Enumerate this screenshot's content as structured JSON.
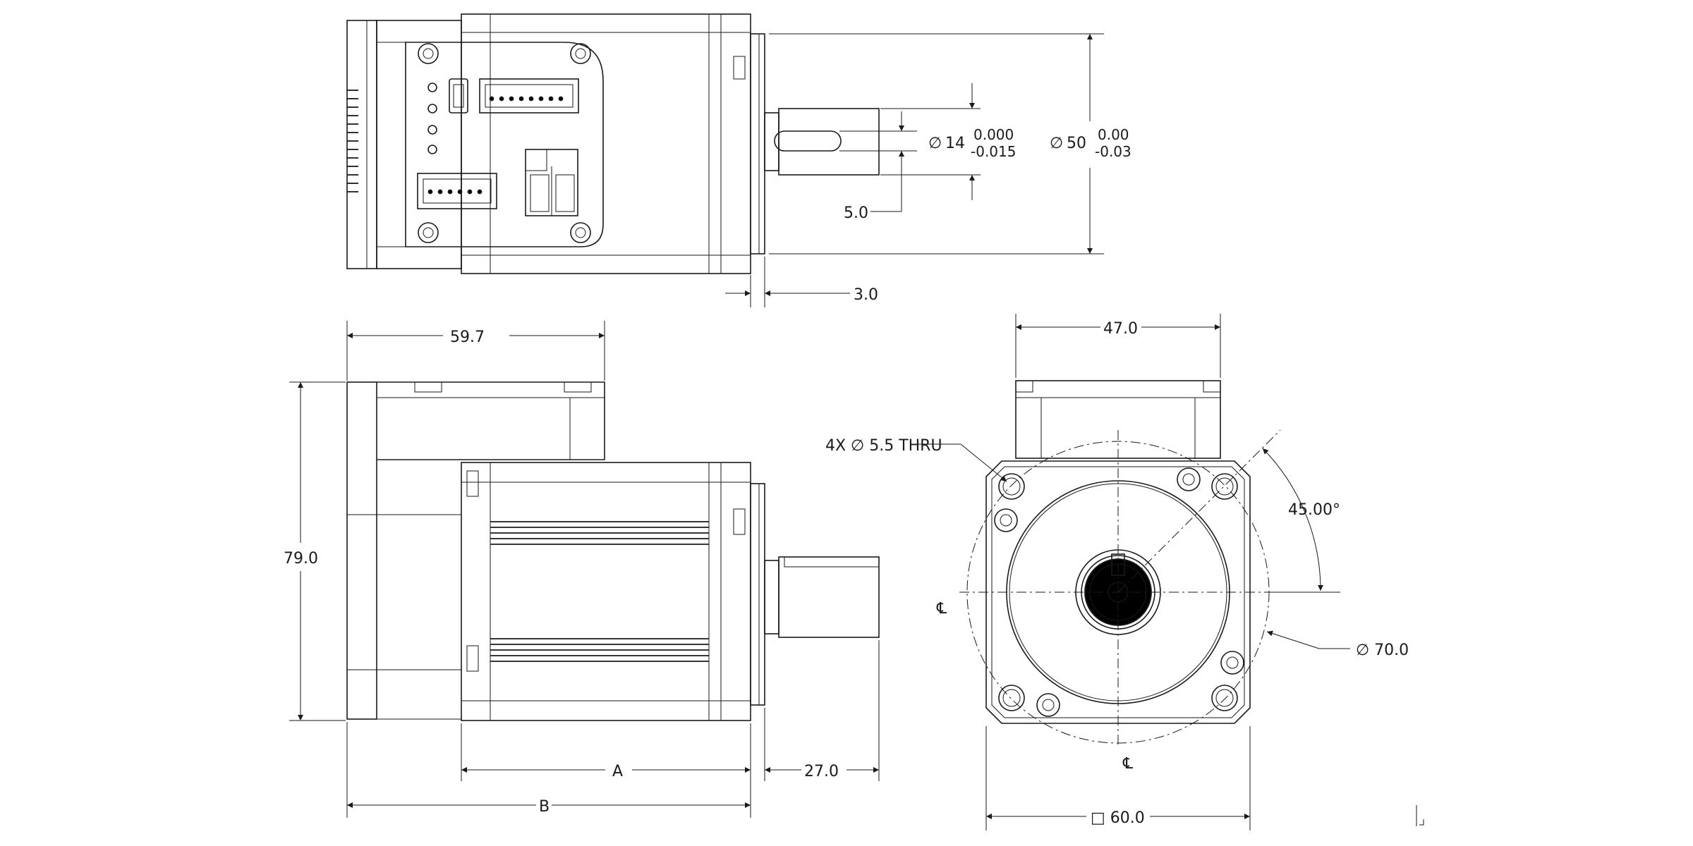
{
  "top_view": {
    "shaft_dia": "14",
    "shaft_tol_upper": "0.000",
    "shaft_tol_lower": "-0.015",
    "key_length": "5.0",
    "pilot_dia": "50",
    "pilot_tol_upper": "0.00",
    "pilot_tol_lower": "-0.03",
    "pilot_depth": "3.0"
  },
  "side_view": {
    "driver_length": "59.7",
    "height": "79.0",
    "dim_a": "A",
    "dim_b": "B",
    "shaft_length": "27.0"
  },
  "front_view": {
    "driver_width": "47.0",
    "holes": "4X ∅ 5.5 THRU",
    "angle": "45.00°",
    "bolt_circle": "∅ 70.0",
    "flange_size": "□ 60.0",
    "centerline_h": "℄",
    "centerline_v": "℄"
  },
  "icons": [
    "diameter-symbol",
    "square-symbol",
    "centerline-symbol"
  ]
}
